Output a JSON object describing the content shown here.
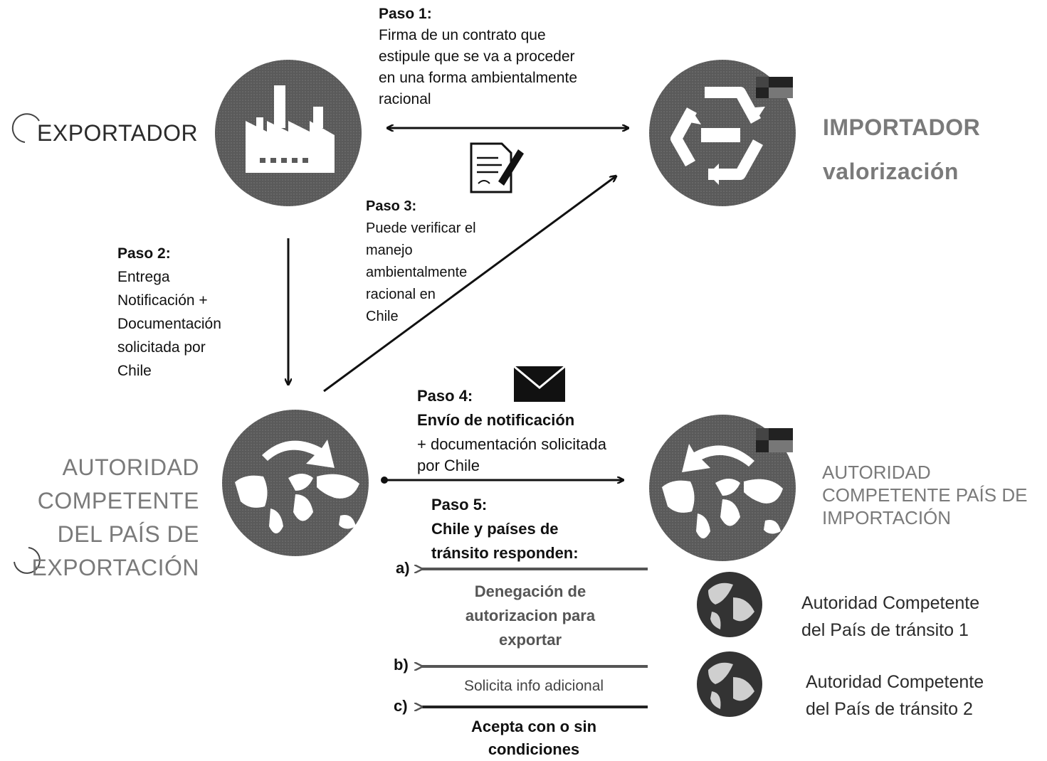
{
  "nodes": {
    "exportador": "EXPORTADOR",
    "importador": "IMPORTADOR",
    "importador_sub": "valorización",
    "autoridad_export": [
      "AUTORIDAD",
      "COMPETENTE",
      "DEL PAÍS DE",
      "EXPORTACIÓN"
    ],
    "autoridad_import": [
      "AUTORIDAD",
      "COMPETENTE PAÍS  DE",
      "IMPORTACIÓN"
    ],
    "transito1": [
      "Autoridad Competente",
      "del País de tránsito 1"
    ],
    "transito2": [
      "Autoridad Competente",
      "del País de tránsito 2"
    ]
  },
  "steps": {
    "paso1": {
      "title": "Paso 1:",
      "lines": [
        "Firma de un contrato que",
        "estipule que se va a proceder",
        "en una forma ambientalmente",
        "racional"
      ]
    },
    "paso2": {
      "title": "Paso 2:",
      "lines": [
        "Entrega",
        "Notificación +",
        "Documentación",
        "solicitada por",
        "Chile"
      ]
    },
    "paso3": {
      "title": "Paso 3:",
      "lines": [
        "Puede verificar el",
        "manejo",
        "ambientalmente",
        "racional en",
        "Chile"
      ]
    },
    "paso4": {
      "title": "Paso 4:",
      "bold_line": "Envío de notificación",
      "lines": [
        "+ documentación solicitada",
        "por Chile"
      ]
    },
    "paso5": {
      "title": "Paso 5:",
      "lines": [
        "Chile y países de",
        "tránsito responden:"
      ]
    }
  },
  "responses": {
    "a": {
      "marker": "a)",
      "lines": [
        "Denegación de",
        "autorizacion para",
        "exportar"
      ]
    },
    "b": {
      "marker": "b)",
      "lines": [
        "Solicita info adicional"
      ]
    },
    "c": {
      "marker": "c)",
      "lines": [
        "Acepta con o sin",
        "condiciones"
      ]
    }
  },
  "colors": {
    "circle": "#5a5a5a",
    "gray_text": "#7a7a7a",
    "arrow": "#111111"
  },
  "icons": {
    "exportador": "factory-icon",
    "importador": "recycle-icon",
    "contract": "contract-document-icon",
    "mail": "envelope-icon",
    "autoridad": "world-map-arrow-icon",
    "globe": "globe-icon",
    "flag": "chile-flag-icon"
  }
}
